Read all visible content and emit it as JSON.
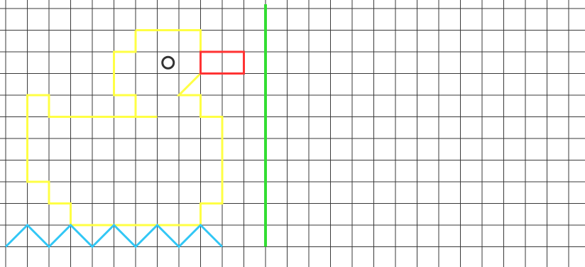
{
  "colors": {
    "background": "#ffffff",
    "grid_line": "#3a3a3a",
    "divider": "#33dd33",
    "duck_body": "#ffff44",
    "beak": "#ff3333",
    "water": "#33c7f5",
    "eye": "#333333"
  },
  "grid": {
    "columns": 27,
    "rows": 13
  },
  "divider": {
    "column": 12
  },
  "drawing": {
    "duck_outline": [
      [
        6,
        1
      ],
      [
        9,
        1
      ],
      [
        9,
        2
      ],
      [
        9,
        3
      ],
      [
        8,
        4
      ],
      [
        9,
        4
      ],
      [
        9,
        5
      ],
      [
        10,
        5
      ],
      [
        10,
        9
      ],
      [
        9,
        9
      ],
      [
        9,
        10
      ],
      [
        3,
        10
      ],
      [
        3,
        9
      ],
      [
        2,
        9
      ],
      [
        2,
        8
      ],
      [
        1,
        8
      ],
      [
        1,
        4
      ],
      [
        2,
        4
      ],
      [
        2,
        5
      ],
      [
        5,
        5
      ],
      [
        5,
        4
      ],
      [
        5,
        4
      ],
      [
        5,
        4
      ],
      [
        5,
        4
      ]
    ],
    "beak": [
      [
        9,
        2
      ],
      [
        11,
        2
      ],
      [
        11,
        3
      ],
      [
        9,
        3
      ]
    ],
    "eye": [
      7.5,
      2.5
    ],
    "water": [
      [
        0,
        11
      ],
      [
        1,
        10
      ],
      [
        2,
        11
      ],
      [
        3,
        10
      ],
      [
        4,
        11
      ],
      [
        5,
        10
      ],
      [
        6,
        11
      ],
      [
        7,
        10
      ],
      [
        8,
        11
      ],
      [
        9,
        10
      ],
      [
        10,
        11
      ]
    ]
  },
  "icons": {
    "eye": "circle-eye-icon"
  }
}
